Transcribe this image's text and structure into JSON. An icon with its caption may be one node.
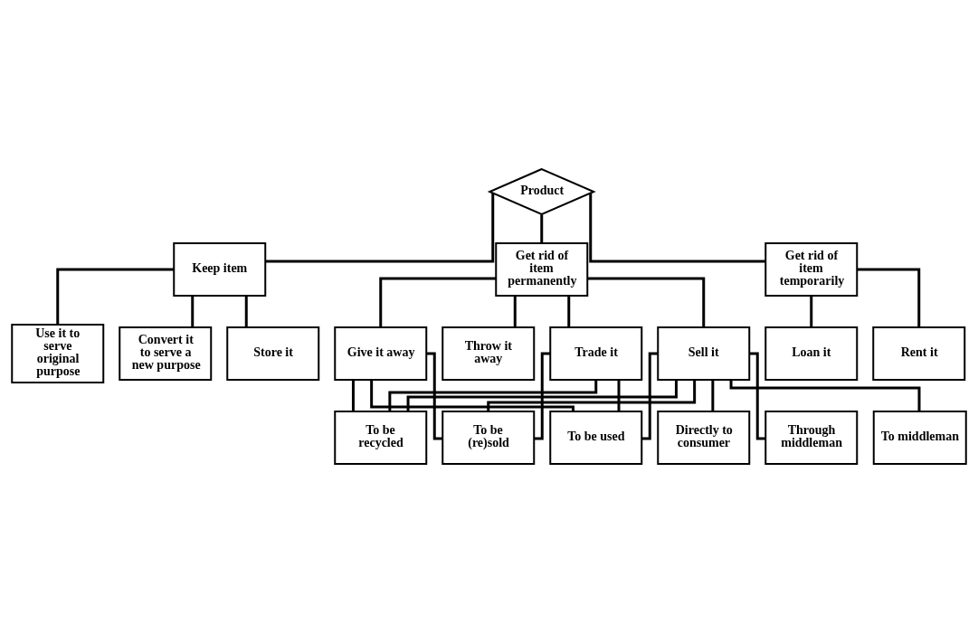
{
  "diagram": {
    "nodes": [
      {
        "text": [
          "Product"
        ]
      },
      {
        "text": [
          "Keep item"
        ]
      },
      {
        "text": [
          "Get rid of item permanently"
        ]
      },
      {
        "text": [
          "Get rid of item temporarily"
        ]
      },
      {
        "text": [
          "Use it to serve original purpose"
        ]
      },
      {
        "text": [
          "Convert it to serve a new purpose"
        ]
      },
      {
        "text": [
          "Store it"
        ]
      },
      {
        "text": [
          "Rent it"
        ]
      },
      {
        "text": [
          "Loan it"
        ]
      },
      {
        "text": [
          "Throw it away"
        ]
      },
      {
        "text": [
          "Give it away"
        ]
      },
      {
        "text": [
          "Trade it"
        ]
      },
      {
        "text": [
          "Sell it"
        ]
      },
      {
        "text": [
          "To be recycled"
        ]
      },
      {
        "text": [
          "To be (re)sold"
        ]
      },
      {
        "text": [
          "To be used"
        ]
      },
      {
        "text": [
          "Directly to consumer"
        ]
      },
      {
        "text": [
          "Through middleman"
        ]
      },
      {
        "text": [
          "To middleman"
        ]
      }
    ],
    "edges": [
      {
        "from": 0,
        "to": 1,
        "arrow": "none"
      },
      {
        "from": 0,
        "to": 2,
        "arrow": "none"
      },
      {
        "from": 0,
        "to": 3,
        "arrow": "none"
      },
      {
        "from": 1,
        "to": 4,
        "arrow": "none"
      },
      {
        "from": 1,
        "to": 5,
        "arrow": "none"
      },
      {
        "from": 1,
        "to": 6,
        "arrow": "none"
      },
      {
        "from": 3,
        "to": 7,
        "arrow": "none"
      },
      {
        "from": 3,
        "to": 8,
        "arrow": "none"
      },
      {
        "from": 2,
        "to": 9,
        "arrow": "none"
      },
      {
        "from": 2,
        "to": 10,
        "arrow": "none"
      },
      {
        "from": 2,
        "to": 11,
        "arrow": "none"
      },
      {
        "from": 2,
        "to": 12,
        "arrow": "none"
      },
      {
        "from": 10,
        "to": 13,
        "arrow": "none"
      },
      {
        "from": 10,
        "to": 14,
        "arrow": "none"
      },
      {
        "from": 10,
        "to": 15,
        "arrow": "none"
      },
      {
        "from": 11,
        "to": 13,
        "arrow": "none"
      },
      {
        "from": 11,
        "to": 14,
        "arrow": "none"
      },
      {
        "from": 11,
        "to": 15,
        "arrow": "none"
      },
      {
        "from": 12,
        "to": 13,
        "arrow": "none"
      },
      {
        "from": 12,
        "to": 14,
        "arrow": "none"
      },
      {
        "from": 12,
        "to": 15,
        "arrow": "none"
      },
      {
        "from": 12,
        "to": 16,
        "arrow": "none"
      },
      {
        "from": 12,
        "to": 17,
        "arrow": "none"
      },
      {
        "from": 12,
        "to": 18,
        "arrow": "none"
      }
    ]
  }
}
